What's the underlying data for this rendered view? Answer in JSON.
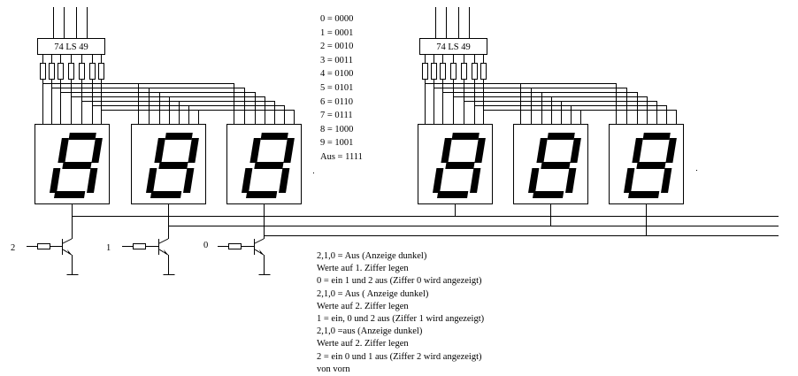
{
  "decoders": [
    {
      "label": "74 LS 49"
    },
    {
      "label": "74 LS 49"
    }
  ],
  "transistor_labels": [
    "2",
    "1",
    "0"
  ],
  "code_table": [
    "0 = 0000",
    "1 = 0001",
    "2 = 0010",
    "3 = 0011",
    "4 = 0100",
    "5 = 0101",
    "6 = 0110",
    "7 = 0111",
    "8 = 1000",
    "9 = 1001",
    "Aus = 1111"
  ],
  "notes": [
    "2,1,0 = Aus   (Anzeige dunkel)",
    "Werte auf 1. Ziffer legen",
    "0 = ein 1 und 2 aus (Ziffer 0 wird angezeigt)",
    "2,1,0 = Aus ( Anzeige dunkel)",
    "Werte auf 2. Ziffer legen",
    "1 = ein, 0 und 2 aus  (Ziffer 1 wird angezeigt)",
    "2,1,0 =aus   (Anzeige dunkel)",
    "Werte auf 2. Ziffer legen",
    "2 = ein 0 und 1 aus  (Ziffer 2 wird angezeigt)",
    "von vorn"
  ]
}
